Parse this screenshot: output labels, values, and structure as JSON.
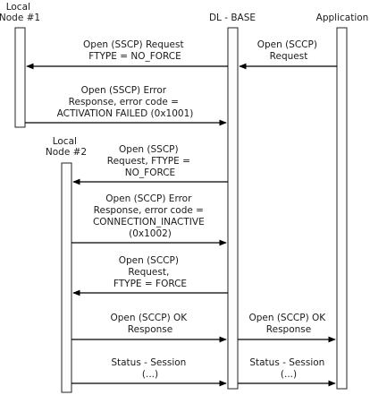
{
  "participants": {
    "local_node_1": [
      "Local",
      "Node #1"
    ],
    "dl_base": "DL - BASE",
    "application": "Application",
    "local_node_2": [
      "Local",
      "Node #2"
    ]
  },
  "messages": [
    {
      "id": "m1",
      "lines": [
        "Open (SSCP) Request",
        "FTYPE = NO_FORCE"
      ]
    },
    {
      "id": "m2",
      "lines": [
        "Open (SCCP)",
        "Request"
      ]
    },
    {
      "id": "m3",
      "lines": [
        "Open (SSCP) Error",
        "Response, error code =",
        "ACTIVATION FAILED (0x1001)"
      ]
    },
    {
      "id": "m4",
      "lines": [
        "Open (SSCP)",
        "Request, FTYPE =",
        "NO_FORCE"
      ]
    },
    {
      "id": "m5",
      "lines": [
        "Open (SCCP) Error",
        "Response, error code =",
        "CONNECTION_INACTIVE",
        "(0x1002)"
      ]
    },
    {
      "id": "m6",
      "lines": [
        "Open (SCCP)",
        "Request,",
        "FTYPE = FORCE"
      ]
    },
    {
      "id": "m7",
      "lines": [
        "Open (SCCP) OK",
        "Response"
      ]
    },
    {
      "id": "m8",
      "lines": [
        "Open (SCCP) OK",
        "Response"
      ]
    },
    {
      "id": "m9",
      "lines": [
        "Status - Session",
        "(...)"
      ]
    },
    {
      "id": "m10",
      "lines": [
        "Status - Session",
        "(...)"
      ]
    }
  ]
}
